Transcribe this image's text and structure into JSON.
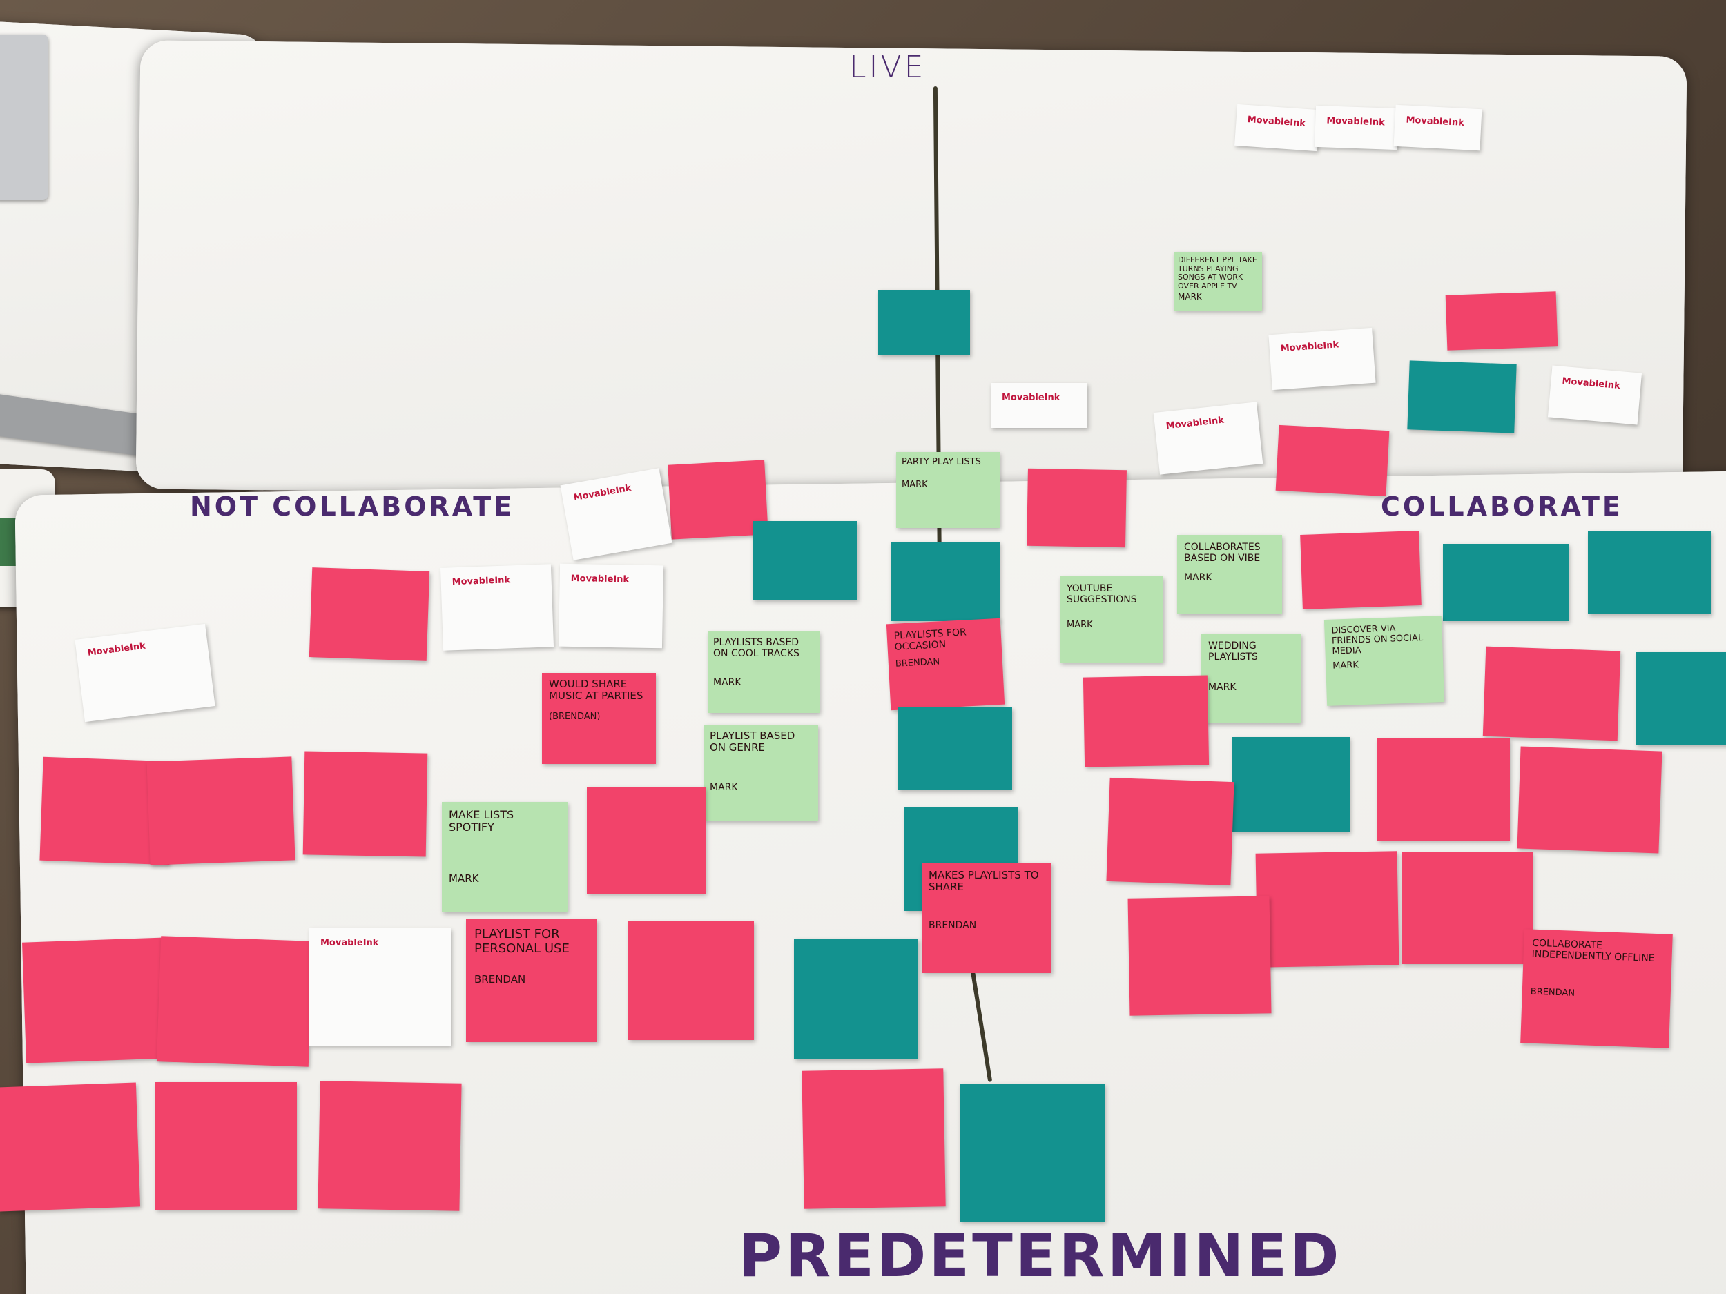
{
  "axes": {
    "top": "LIVE",
    "bottom": "PREDETERMINED",
    "left": "NOT COLLABORATE",
    "right": "COLLABORATE"
  },
  "brand": "MovableInk",
  "notes": {
    "party_playlists": "PARTY PLAY LISTS",
    "party_playlists_author": "MARK",
    "different_ppl": "DIFFERENT PPL TAKE TURNS PLAYING SONGS AT WORK OVER APPLE TV",
    "different_ppl_author": "MARK",
    "playlists_cool_tracks": "PLAYLISTS BASED ON COOL TRACKS",
    "playlists_cool_tracks_author": "MARK",
    "playlist_genre": "PLAYLIST BASED ON GENRE",
    "playlist_genre_author": "MARK",
    "make_lists_spotify": "MAKE LISTS SPOTIFY",
    "make_lists_spotify_author": "MARK",
    "would_share": "WOULD SHARE MUSIC AT PARTIES",
    "would_share_author": "(BRENDAN)",
    "playlists_occasion": "PLAYLISTS FOR OCCASION",
    "playlists_occasion_author": "BRENDAN",
    "makes_playlists_share": "MAKES PLAYLISTS TO SHARE",
    "makes_playlists_share_author": "BRENDAN",
    "playlist_personal": "PLAYLIST FOR PERSONAL USE",
    "playlist_personal_author": "BRENDAN",
    "collaborates_vibe": "COLLABORATES BASED ON VIBE",
    "collaborates_vibe_author": "MARK",
    "youtube": "YOUTUBE SUGGESTIONS",
    "youtube_author": "MARK",
    "wedding": "WEDDING PLAYLISTS",
    "wedding_author": "MARK",
    "discover": "DISCOVER VIA FRIENDS ON SOCIAL MEDIA",
    "discover_author": "MARK",
    "collab_offline": "COLLABORATE INDEPENDENTLY OFFLINE",
    "collab_offline_author": "BRENDAN"
  }
}
